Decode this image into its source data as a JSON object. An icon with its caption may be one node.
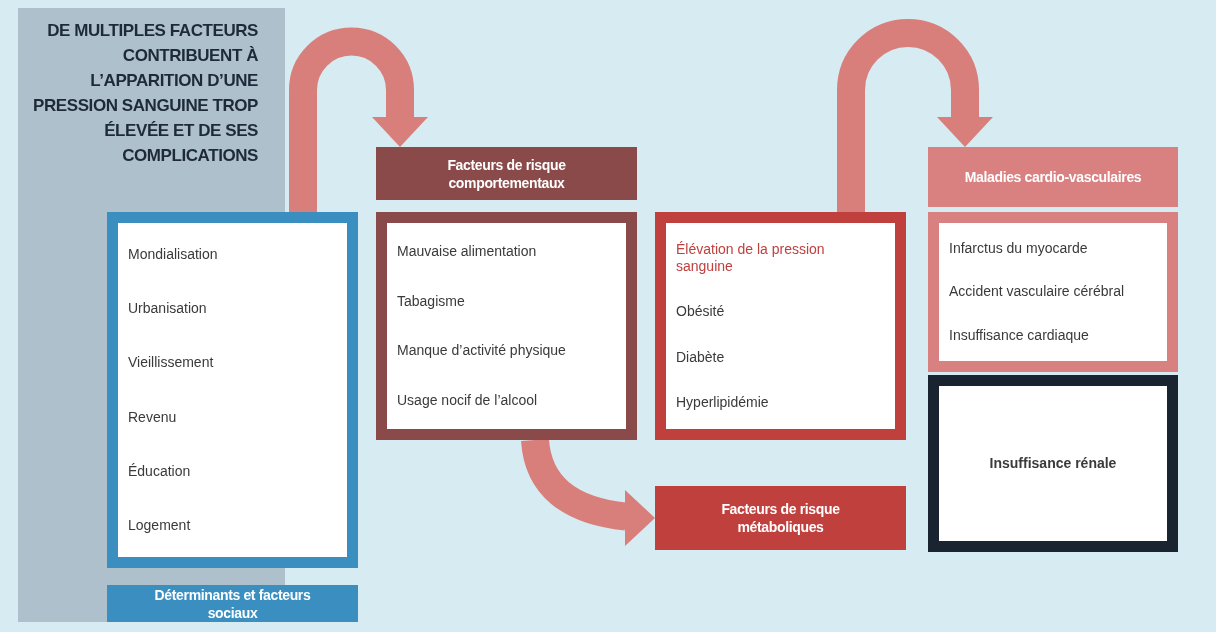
{
  "diagram": {
    "title": "DE MULTIPLES FACTEURS CONTRIBUENT À L’APPARITION D’UNE PRESSION SANGUINE TROP ÉLEVÉE ET DE SES COMPLICATIONS",
    "nodes": [
      {
        "text": [
          "Mondialisation",
          "Urbanisation",
          "Vieillissement",
          "Revenu",
          "Éducation",
          "Logement"
        ]
      },
      {
        "text": [
          "Déterminants et facteurs sociaux"
        ]
      },
      {
        "text": [
          "Facteurs de risque comportementaux"
        ]
      },
      {
        "text": [
          "Mauvaise alimentation",
          "Tabagisme",
          "Manque d’activité physique",
          "Usage nocif de l’alcool"
        ]
      },
      {
        "text": [
          "Élévation de la pression sanguine",
          "Obésité",
          "Diabète",
          "Hyperlipidémie"
        ]
      },
      {
        "text": [
          "Facteurs de risque métaboliques"
        ]
      },
      {
        "text": [
          "Maladies cardio-vasculaires"
        ]
      },
      {
        "text": [
          "Infarctus du myocarde",
          "Accident vasculaire cérébral",
          "Insuffisance cardiaque"
        ]
      },
      {
        "text": [
          "Insuffisance rénale"
        ]
      }
    ],
    "edges": [
      {
        "from": 0,
        "to": 2,
        "arrow": "to"
      },
      {
        "from": 3,
        "to": 5,
        "arrow": "to"
      },
      {
        "from": 4,
        "to": 6,
        "arrow": "to"
      }
    ]
  }
}
